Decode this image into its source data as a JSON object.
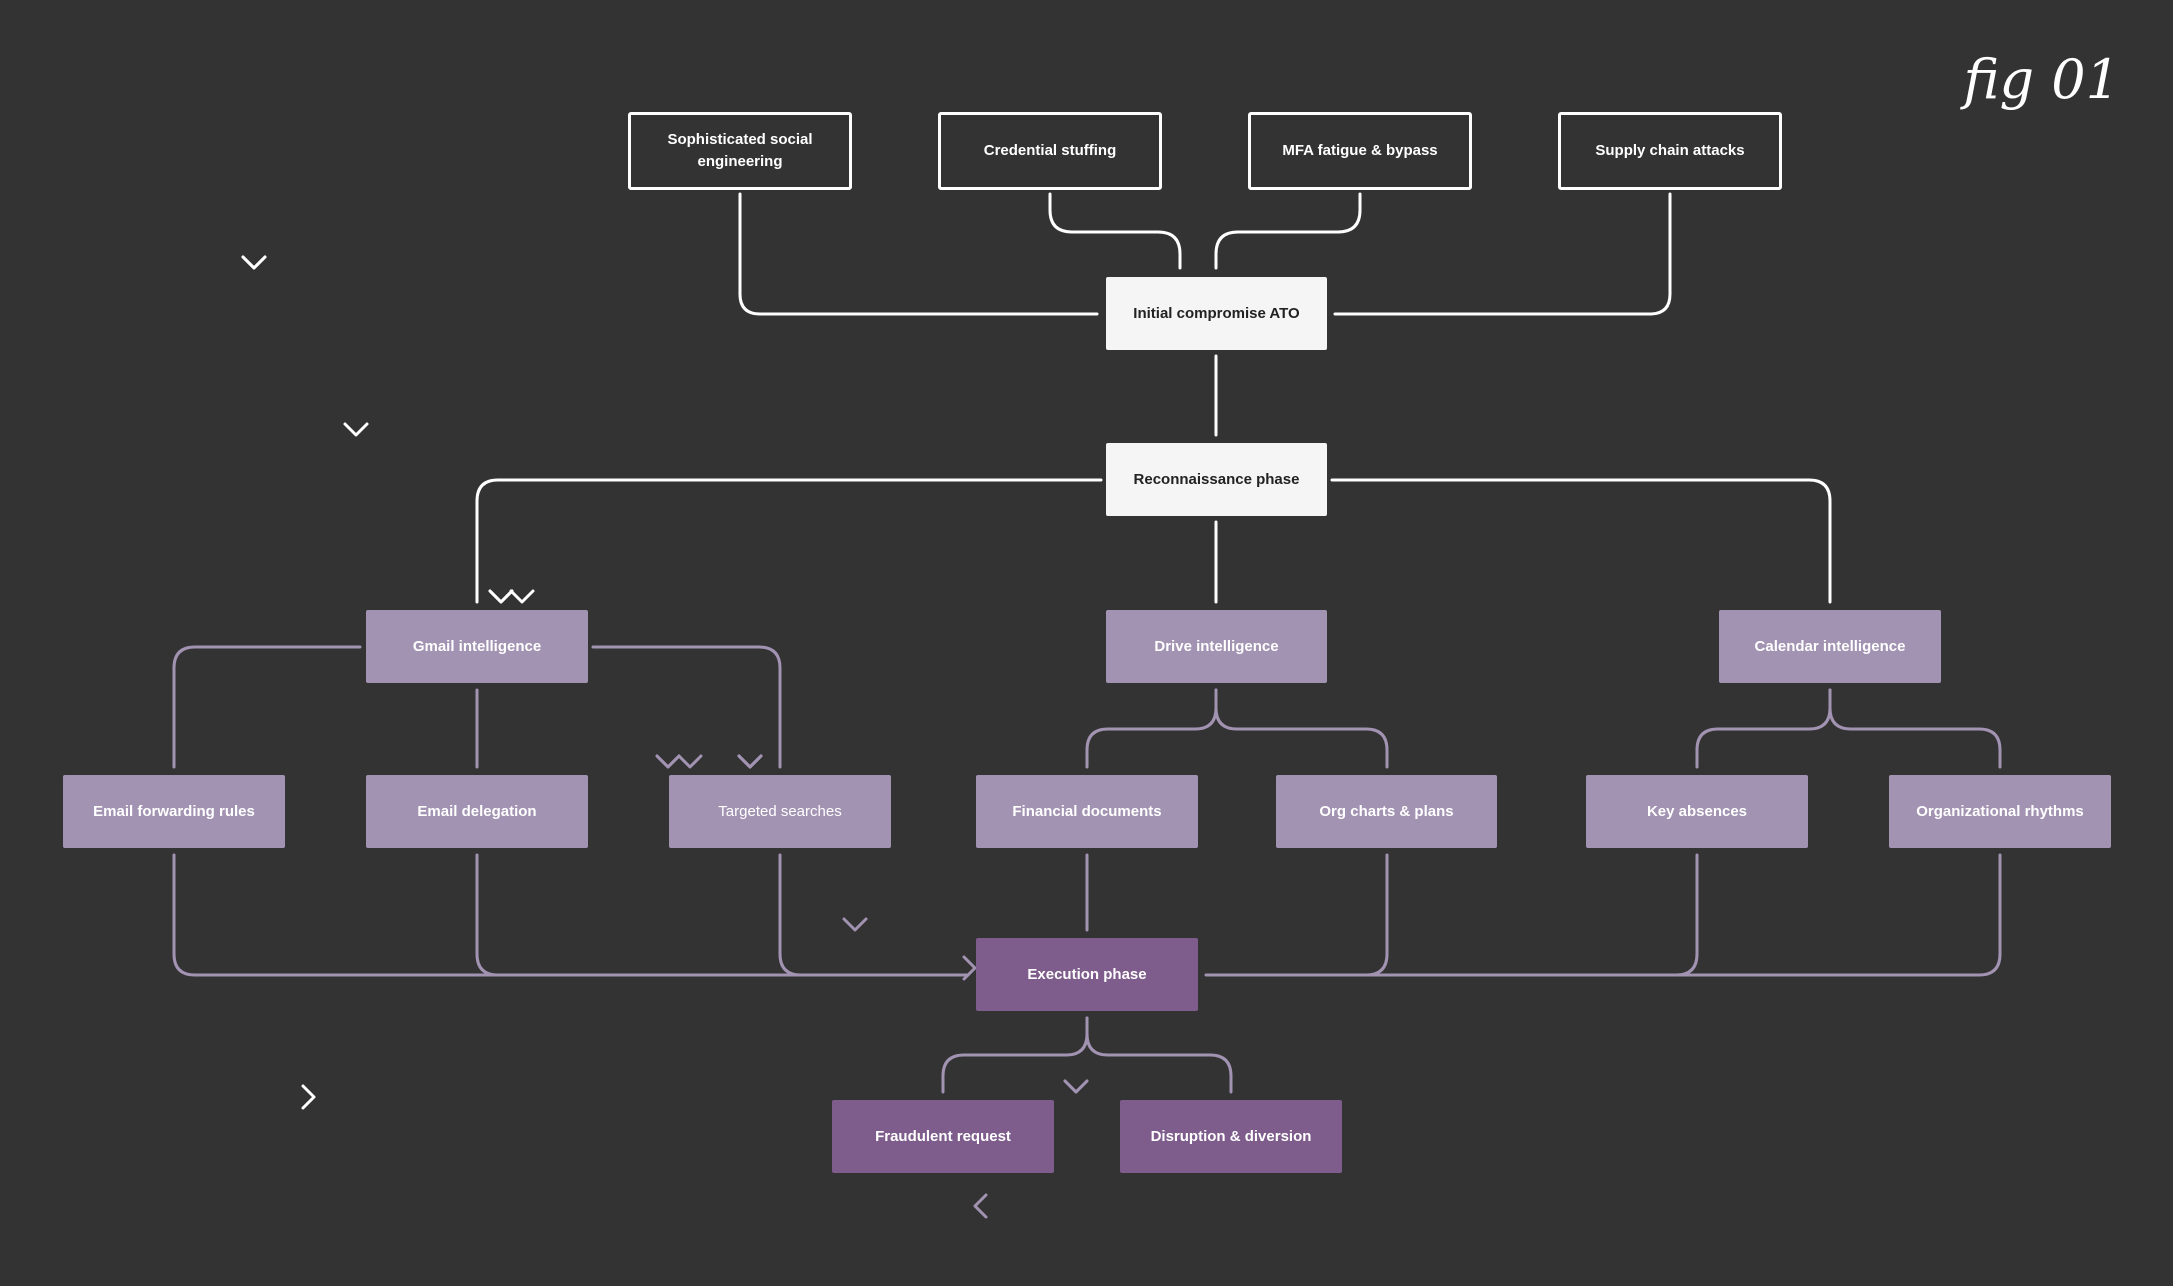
{
  "figure_label": "fig 01",
  "colors": {
    "background": "#333333",
    "white_line": "#ffffff",
    "purple_line": "#a293b2",
    "intel_fill": "#a293b2",
    "exec_fill": "#7e5c8c",
    "core_fill": "#f5f5f5"
  },
  "nodes": {
    "social_engineering": "Sophisticated social engineering",
    "credential_stuffing": "Credential stuffing",
    "mfa_fatigue": "MFA fatigue & bypass",
    "supply_chain": "Supply chain attacks",
    "initial_compromise": "Initial compromise ATO",
    "reconnaissance": "Reconnaissance phase",
    "gmail_intel": "Gmail intelligence",
    "drive_intel": "Drive intelligence",
    "calendar_intel": "Calendar intelligence",
    "email_forwarding": "Email forwarding rules",
    "email_delegation": "Email delegation",
    "targeted_searches": "Targeted searches",
    "financial_documents": "Financial documents",
    "org_charts": "Org charts & plans",
    "key_absences": "Key absences",
    "org_rhythms": "Organizational rhythms",
    "execution": "Execution phase",
    "fraudulent_request": "Fraudulent request",
    "disruption": "Disruption & diversion"
  }
}
